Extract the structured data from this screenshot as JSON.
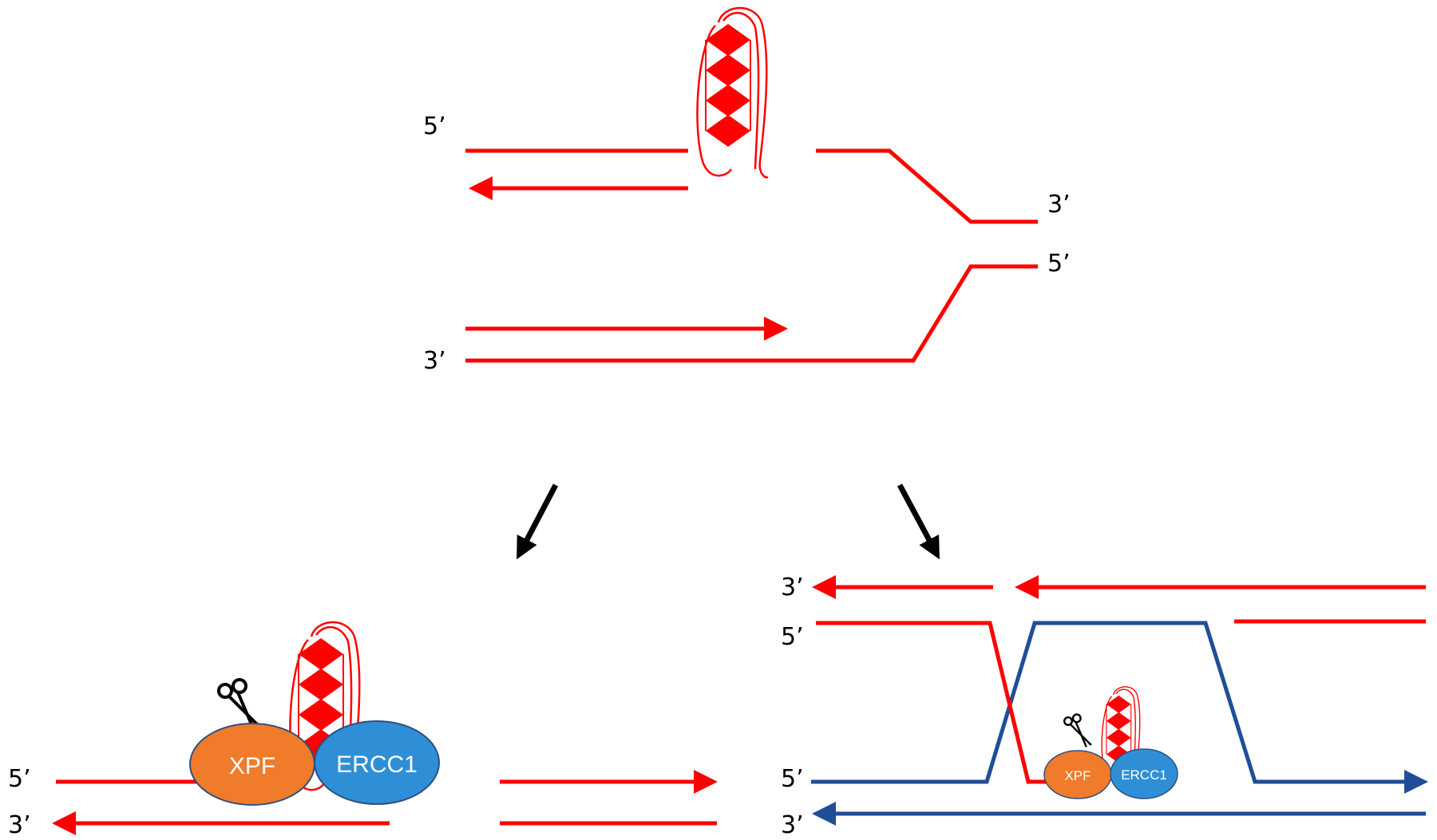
{
  "colors": {
    "strand_red": "#ff0000",
    "strand_blue": "#1f4e99",
    "xpf": "#f07b2b",
    "ercc1": "#2e8fd6",
    "arrow_black": "#000000"
  },
  "top": {
    "label_upper_left": "5’",
    "label_lower_left": "3’",
    "label_right_upper": "3’",
    "label_right_lower": "5’"
  },
  "bottom_left": {
    "label_upper": "5’",
    "label_lower": "3’",
    "xpf": "XPF",
    "ercc1": "ERCC1"
  },
  "bottom_right": {
    "label_1": "3’",
    "label_2": "5’",
    "label_3": "5’",
    "label_4": "3’",
    "xpf": "XPF",
    "ercc1": "ERCC1"
  },
  "icons": [
    "scissors-icon",
    "g-quadruplex-icon",
    "arrow-down-left-icon",
    "arrow-down-right-icon"
  ]
}
